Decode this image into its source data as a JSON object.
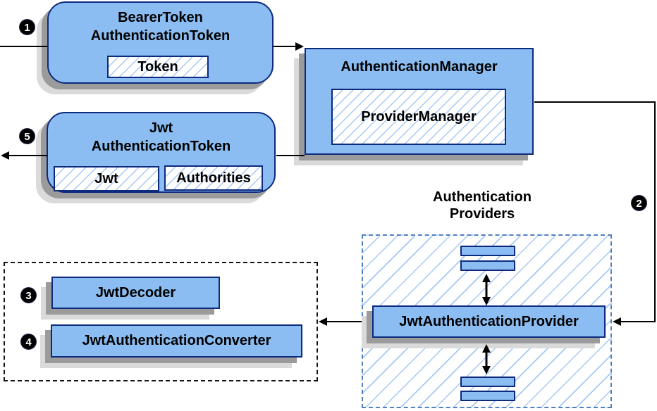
{
  "badges": {
    "step1": "1",
    "step2": "2",
    "step3": "3",
    "step4": "4",
    "step5": "5"
  },
  "nodes": {
    "bearer_token": {
      "title": "BearerToken\nAuthenticationToken",
      "field": "Token"
    },
    "authentication_manager": {
      "title": "AuthenticationManager",
      "inner": "ProviderManager"
    },
    "jwt_authentication_token": {
      "title": "Jwt\nAuthenticationToken",
      "field_jwt": "Jwt",
      "field_authorities": "Authorities"
    },
    "authentication_providers": {
      "label": "Authentication\nProviders",
      "provider": "JwtAuthenticationProvider"
    },
    "resolver_group": {
      "decoder": "JwtDecoder",
      "converter": "JwtAuthenticationConverter"
    }
  },
  "colors": {
    "box_fill": "#8bbdf2",
    "box_border": "#0d2a7e",
    "hatch_line": "#a6c8f2",
    "providers_dash_border": "#4f80c1",
    "black_dash_border": "#141414",
    "shadow_dark": "#9b9b9b",
    "shadow_light": "#dadada",
    "connector": "#000000",
    "badge_bg": "#000000",
    "badge_text": "#ffffff",
    "text": "#000000",
    "background": "#ffffff"
  }
}
